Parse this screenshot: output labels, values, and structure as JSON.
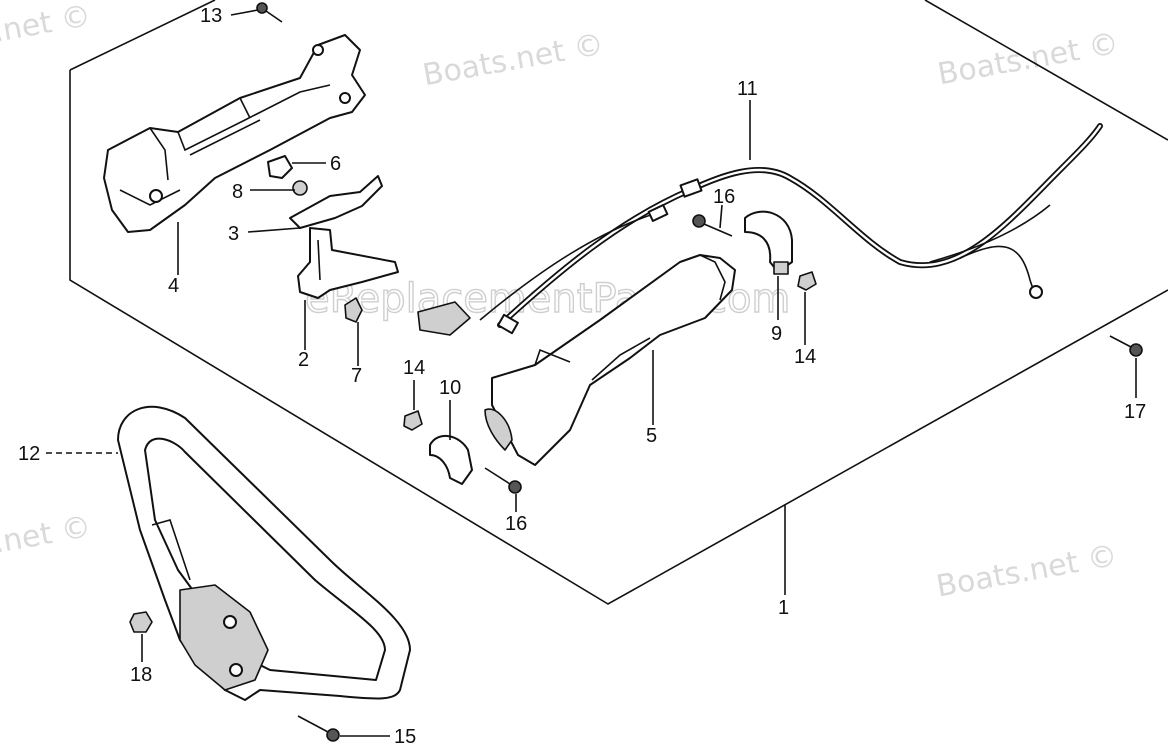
{
  "watermarks": {
    "site": "Boats.net ©",
    "site_partial_left": ".net ©",
    "site_partial_mid": "Boats.net ©",
    "center": "eReplacementParts.com"
  },
  "callouts": {
    "c1": "1",
    "c2": "2",
    "c3": "3",
    "c4": "4",
    "c5": "5",
    "c6": "6",
    "c7": "7",
    "c8": "8",
    "c9": "9",
    "c10": "10",
    "c11": "11",
    "c12": "12",
    "c13": "13",
    "c14a": "14",
    "c14b": "14",
    "c15": "15",
    "c16a": "16",
    "c16b": "16",
    "c17": "17",
    "c18": "18"
  }
}
